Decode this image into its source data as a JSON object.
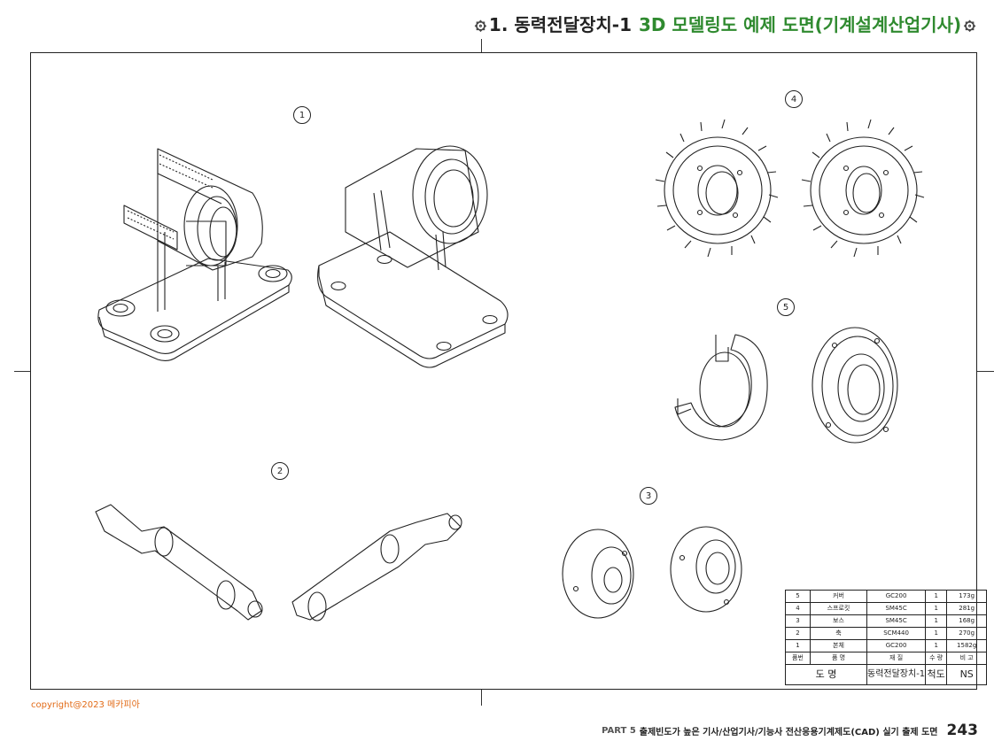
{
  "header": {
    "gear_glyph": "۞",
    "title_main": "1. 동력전달장치-1",
    "title_sub": "3D 모델링도 예제 도면(기계설계산업기사)"
  },
  "balloons": [
    "1",
    "2",
    "3",
    "4",
    "5"
  ],
  "bom": {
    "rows": [
      {
        "no": "5",
        "name": "커버",
        "material": "GC200",
        "qty": "1",
        "note": "173g"
      },
      {
        "no": "4",
        "name": "스프로킷",
        "material": "SM45C",
        "qty": "1",
        "note": "281g"
      },
      {
        "no": "3",
        "name": "보스",
        "material": "SM45C",
        "qty": "1",
        "note": "168g"
      },
      {
        "no": "2",
        "name": "축",
        "material": "SCM440",
        "qty": "1",
        "note": "270g"
      },
      {
        "no": "1",
        "name": "본체",
        "material": "GC200",
        "qty": "1",
        "note": "1582g"
      }
    ],
    "header": {
      "no": "품번",
      "name": "품      명",
      "material": "재      질",
      "qty": "수 량",
      "note": "비 고"
    },
    "title_row": {
      "label": "도 명",
      "drawing_name": "동력전달장치-1",
      "scale_label": "척도",
      "scale": "NS"
    }
  },
  "copyright": "copyright@2023 메카피아",
  "footer": {
    "part": "PART 5",
    "text": "출제빈도가 높은 기사/산업기사/기능사 전산응용기계제도(CAD) 실기 출제 도면",
    "page": "243"
  }
}
